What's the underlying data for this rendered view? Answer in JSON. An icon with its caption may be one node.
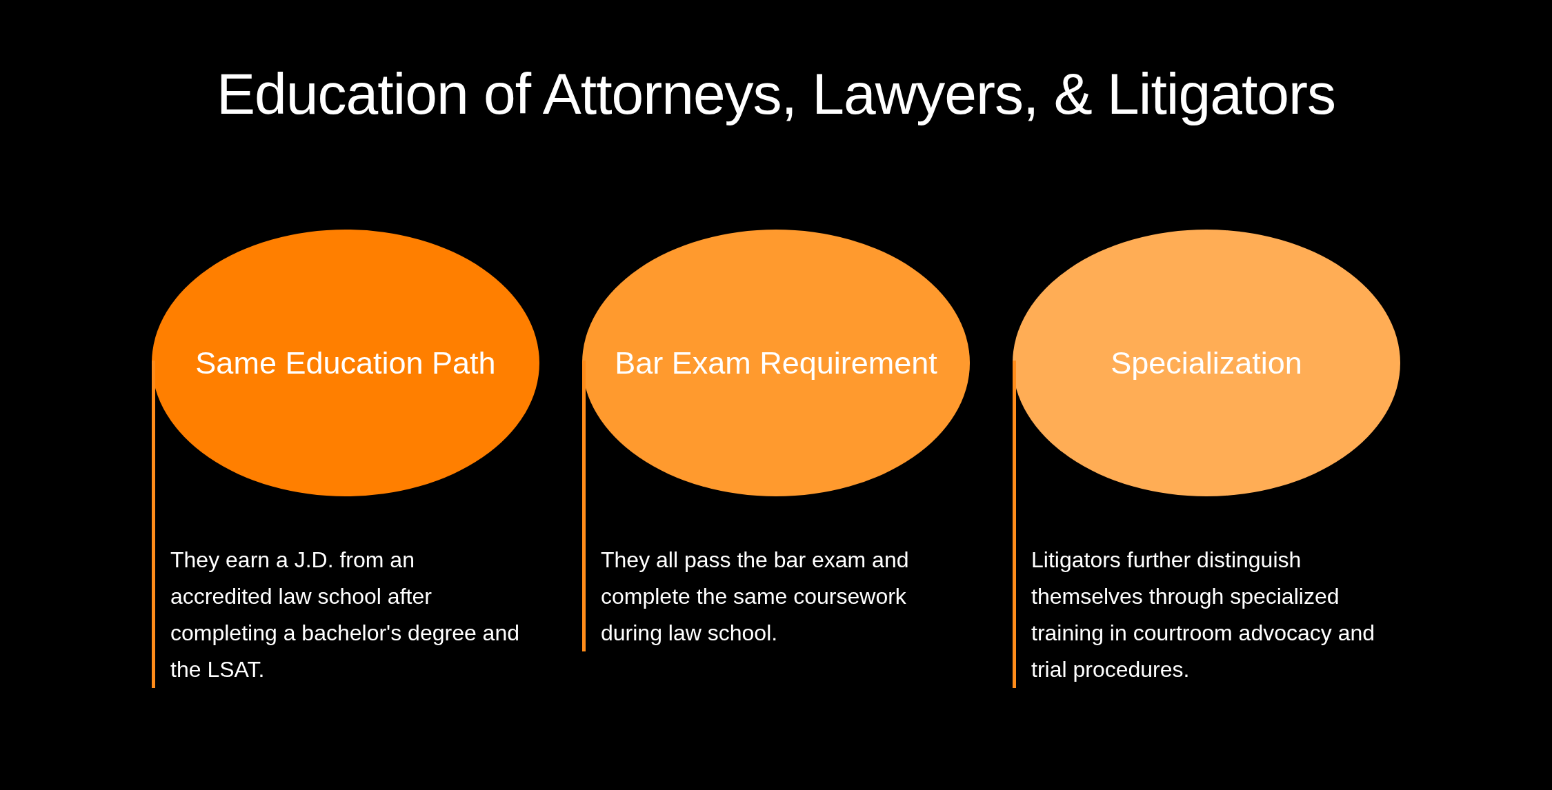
{
  "diagram": {
    "title": "Education of Attorneys, Lawyers, & Litigators",
    "nodes": [
      {
        "text": [
          "Same Education Path"
        ],
        "beside": [
          "They earn a J.D. from an accredited law school after completing a bachelor's degree and the LSAT."
        ]
      },
      {
        "text": [
          "Bar Exam Requirement"
        ],
        "beside": [
          "They all pass the bar exam and complete the same coursework during law school."
        ]
      },
      {
        "text": [
          "Specialization"
        ],
        "beside": [
          "Litigators further distinguish themselves through specialized training in courtroom advocacy and trial procedures."
        ]
      }
    ]
  }
}
